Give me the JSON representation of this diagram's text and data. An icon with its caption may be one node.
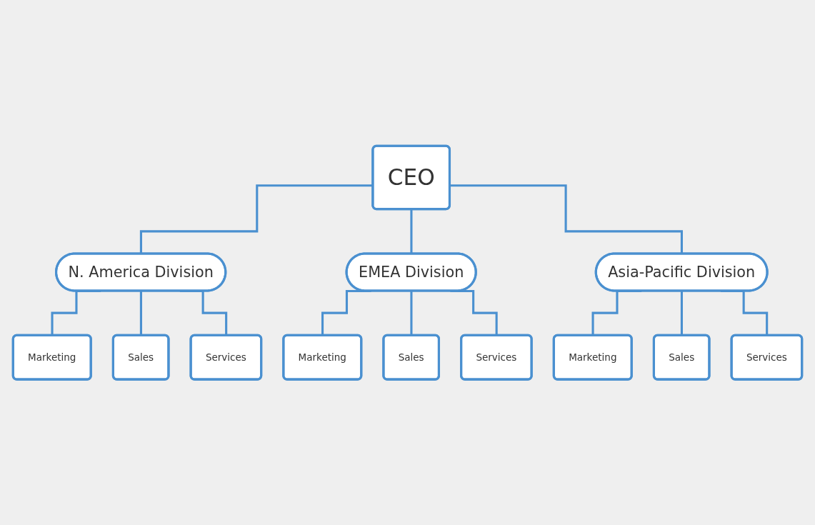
{
  "diagram": {
    "nodes": [
      {
        "text": [
          "CEO"
        ]
      },
      {
        "text": [
          "N. America Division"
        ]
      },
      {
        "text": [
          "EMEA Division"
        ]
      },
      {
        "text": [
          "Asia-Pacific Division"
        ]
      },
      {
        "text": [
          "Marketing"
        ]
      },
      {
        "text": [
          "Sales"
        ]
      },
      {
        "text": [
          "Services"
        ]
      },
      {
        "text": [
          "Marketing"
        ]
      },
      {
        "text": [
          "Sales"
        ]
      },
      {
        "text": [
          "Services"
        ]
      },
      {
        "text": [
          "Marketing"
        ]
      },
      {
        "text": [
          "Sales"
        ]
      },
      {
        "text": [
          "Services"
        ]
      }
    ],
    "edges": [
      {
        "from": 0,
        "to": 1,
        "arrow": "none"
      },
      {
        "from": 0,
        "to": 2,
        "arrow": "none"
      },
      {
        "from": 0,
        "to": 3,
        "arrow": "none"
      },
      {
        "from": 1,
        "to": 4,
        "arrow": "none"
      },
      {
        "from": 1,
        "to": 5,
        "arrow": "none"
      },
      {
        "from": 1,
        "to": 6,
        "arrow": "none"
      },
      {
        "from": 2,
        "to": 7,
        "arrow": "none"
      },
      {
        "from": 2,
        "to": 8,
        "arrow": "none"
      },
      {
        "from": 2,
        "to": 9,
        "arrow": "none"
      },
      {
        "from": 3,
        "to": 10,
        "arrow": "none"
      },
      {
        "from": 3,
        "to": 11,
        "arrow": "none"
      },
      {
        "from": 3,
        "to": 12,
        "arrow": "none"
      }
    ]
  }
}
